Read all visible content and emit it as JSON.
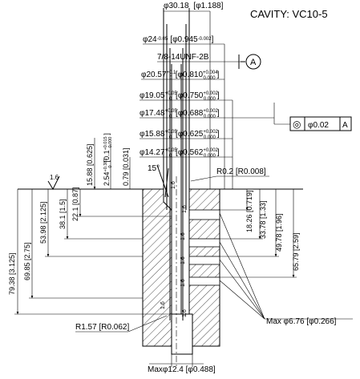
{
  "header": {
    "title": "CAVITY: VC10-5"
  },
  "diameters": [
    {
      "metric": "φ30.18",
      "imperial": "[φ1.188]"
    },
    {
      "metric": "φ24",
      "tol_metric_upper": "-0.05",
      "imperial": "[φ0.945",
      "tol_imperial_upper": "-0.002",
      "close": "]"
    },
    {
      "thread": "7/8-14UNF-2B"
    },
    {
      "metric": "φ20.57",
      "tol_metric_upper": "+0.1",
      "tol_metric_lower": "0",
      "imperial": "[φ0.810",
      "tol_imperial_upper": "+0.004",
      "tol_imperial_lower": "0.000",
      "close": "]"
    },
    {
      "metric": "φ19.05",
      "tol_metric_upper": "+0.05",
      "tol_metric_lower": "0",
      "imperial": "[φ0.750",
      "tol_imperial_upper": "+0.002",
      "tol_imperial_lower": "0.000",
      "close": "]"
    },
    {
      "metric": "φ17.48",
      "tol_metric_upper": "+0.05",
      "tol_metric_lower": "0",
      "imperial": "[φ0.688",
      "tol_imperial_upper": "+0.002",
      "tol_imperial_lower": "0.000",
      "close": "]"
    },
    {
      "metric": "φ15.88",
      "tol_metric_upper": "+0.05",
      "tol_metric_lower": "0",
      "imperial": "[φ0.625",
      "tol_imperial_upper": "+0.002",
      "tol_imperial_lower": "0.000",
      "close": "]"
    },
    {
      "metric": "φ14.27",
      "tol_metric_upper": "+0.05",
      "tol_metric_lower": "0",
      "imperial": "[φ0.562",
      "tol_imperial_upper": "+0.002",
      "tol_imperial_lower": "0.000",
      "close": "]"
    }
  ],
  "datum": {
    "label": "A"
  },
  "concentricity": {
    "symbol": "◎",
    "value": "φ0.02",
    "datum": "A"
  },
  "vertical_dims_left": [
    {
      "text": "15.88 [0.625]"
    },
    {
      "text": "2.54",
      "tol_upper": "+0.381",
      "tol_lower": "0",
      "imperial": "[0.1",
      "tol_imp_upper": "+0.015",
      "tol_imp_lower": "0.000",
      "close": "]"
    },
    {
      "text": "0.79 [0.031]"
    },
    {
      "text": "22.1 [0.87]"
    },
    {
      "text": "38.1 [1.5]"
    },
    {
      "text": "53.98 [2.125]"
    },
    {
      "text": "69.85 [2.75]"
    },
    {
      "text": "79.38 [3.125]"
    }
  ],
  "vertical_dims_right": [
    {
      "text": "18.26 [0.719]"
    },
    {
      "text": "33.78 [1.33]"
    },
    {
      "text": "49.78 [1.96]"
    },
    {
      "text": "65.79 [2.59]"
    }
  ],
  "angle": {
    "text": "15°"
  },
  "radius_top": {
    "text": "R0.2 [R0.008]"
  },
  "radius_bottom": {
    "text": "R1.57 [R0.062]"
  },
  "surface_finish": {
    "text": "1.6"
  },
  "finish_marks": [
    "1.6",
    "1.6",
    "1.6",
    "1.6",
    "1.6",
    "1.6",
    "1.6"
  ],
  "max_side": {
    "text": "Max φ6.76 [φ0.266]"
  },
  "max_bottom": {
    "text": "Maxφ12.4 [φ0.488]"
  }
}
